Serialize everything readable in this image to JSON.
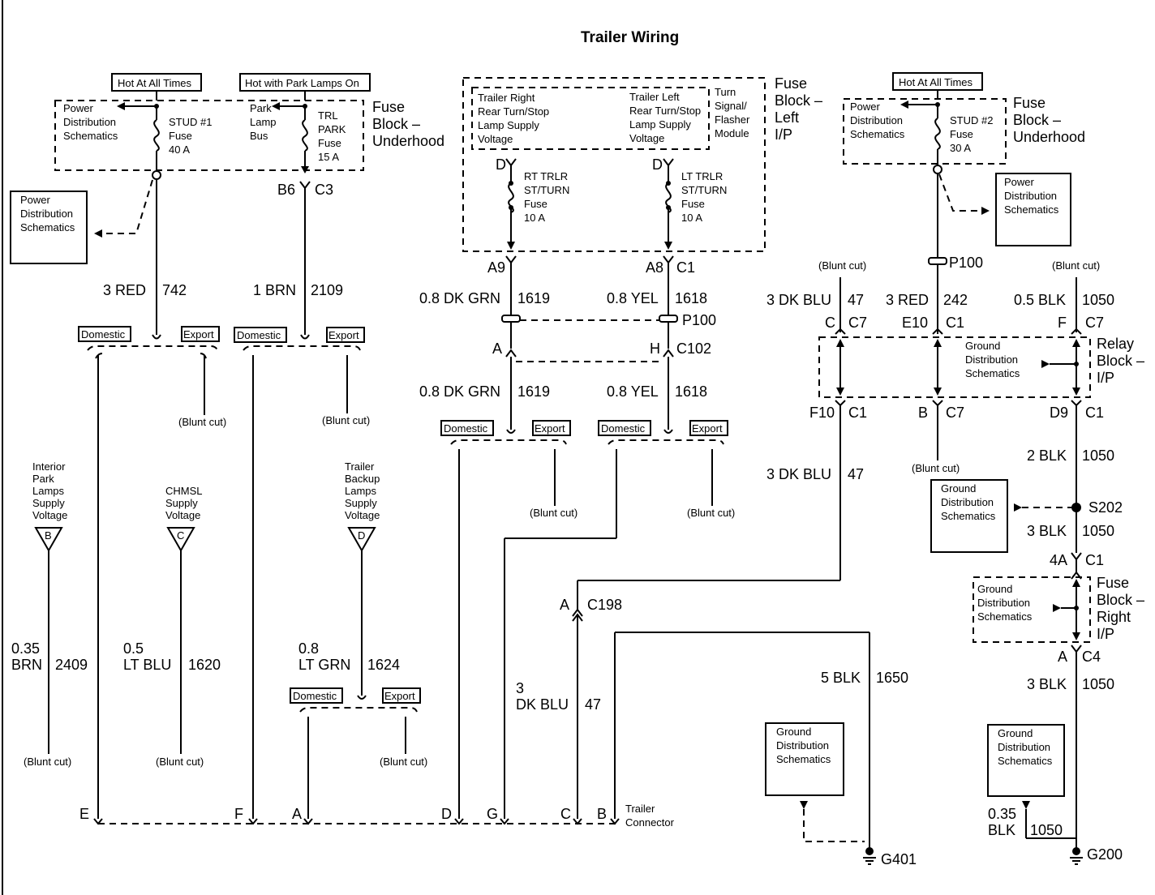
{
  "title": "Trailer Wiring",
  "tags": {
    "hot_at_all_times": "Hot At All Times",
    "hot_with_park_lamps_on": "Hot with Park Lamps On",
    "domestic": "Domestic",
    "export": "Export"
  },
  "blunt_cut": "(Blunt cut)",
  "refs": {
    "power_distribution": [
      "Power",
      "Distribution",
      "Schematics"
    ],
    "ground_distribution": [
      "Ground",
      "Distribution",
      "Schematics"
    ]
  },
  "fuse_block_underhood": [
    "Fuse",
    "Block –",
    "Underhood"
  ],
  "fuse_block_left_ip": [
    "Fuse",
    "Block –",
    "Left",
    "I/P"
  ],
  "fuse_block_right_ip": [
    "Fuse",
    "Block –",
    "Right",
    "I/P"
  ],
  "relay_block_ip": [
    "Relay",
    "Block –",
    "I/P"
  ],
  "fuses": {
    "stud1": [
      "STUD #1",
      "Fuse",
      "40 A"
    ],
    "trl_park": [
      "TRL",
      "PARK",
      "Fuse",
      "15 A"
    ],
    "park_lamp_bus": [
      "Park",
      "Lamp",
      "Bus"
    ],
    "rt_trlr": [
      "RT TRLR",
      "ST/TURN",
      "Fuse",
      "10 A"
    ],
    "lt_trlr": [
      "LT TRLR",
      "ST/TURN",
      "Fuse",
      "10 A"
    ],
    "stud2": [
      "STUD #2",
      "Fuse",
      "30 A"
    ]
  },
  "module": {
    "right": [
      "Trailer Right",
      "Rear Turn/Stop",
      "Lamp Supply",
      "Voltage"
    ],
    "left": [
      "Trailer Left",
      "Rear Turn/Stop",
      "Lamp Supply",
      "Voltage"
    ],
    "name": [
      "Turn",
      "Signal/",
      "Flasher",
      "Module"
    ]
  },
  "supplies": {
    "interior": [
      "Interior",
      "Park",
      "Lamps",
      "Supply",
      "Voltage"
    ],
    "chmsl": [
      "CHMSL",
      "Supply",
      "Voltage"
    ],
    "backup": [
      "Trailer",
      "Backup",
      "Lamps",
      "Supply",
      "Voltage"
    ]
  },
  "triangle_letters": {
    "b": "B",
    "c": "C",
    "d": "D"
  },
  "wires": {
    "red742": {
      "size": "3 RED",
      "circuit": "742"
    },
    "brn2109": {
      "size": "1 BRN",
      "circuit": "2109"
    },
    "dkgrn1619a": {
      "size": "0.8 DK GRN",
      "circuit": "1619"
    },
    "yel1618a": {
      "size": "0.8 YEL",
      "circuit": "1618"
    },
    "dkgrn1619b": {
      "size": "0.8 DK GRN",
      "circuit": "1619"
    },
    "yel1618b": {
      "size": "0.8 YEL",
      "circuit": "1618"
    },
    "dkblu47a": {
      "size": "3 DK BLU",
      "circuit": "47"
    },
    "red242": {
      "size": "3 RED",
      "circuit": "242"
    },
    "blk1050a": {
      "size": "0.5 BLK",
      "circuit": "1050"
    },
    "dkblu47b": {
      "size": "3 DK BLU",
      "circuit": "47"
    },
    "blk1050b": {
      "size": "2 BLK",
      "circuit": "1050"
    },
    "blk1050c": {
      "size": "3 BLK",
      "circuit": "1050"
    },
    "blk1050d": {
      "size": "3 BLK",
      "circuit": "1050"
    },
    "blk1050e": {
      "size_1": "0.35",
      "size_2": "BLK",
      "circuit": "1050"
    },
    "brn2409": {
      "size_1": "0.35",
      "size_2": "BRN",
      "circuit": "2409"
    },
    "ltblu1620": {
      "size_1": "0.5",
      "size_2": "LT BLU",
      "circuit": "1620"
    },
    "ltgrn1624": {
      "size_1": "0.8",
      "size_2": "LT GRN",
      "circuit": "1624"
    },
    "dkblu47c": {
      "size_1": "3",
      "size_2": "DK BLU",
      "circuit": "47"
    },
    "blk1650": {
      "size": "5 BLK",
      "circuit": "1650"
    }
  },
  "connectors": {
    "b6": "B6",
    "c3": "C3",
    "a9": "A9",
    "a8": "A8",
    "c1": "C1",
    "p100": "P100",
    "a": "A",
    "h": "H",
    "c102": "C102",
    "c_c7": "C",
    "c7": "C7",
    "e10": "E10",
    "f": "F",
    "f10": "F10",
    "b": "B",
    "d9": "D9",
    "s202": "S202",
    "4a": "4A",
    "c4": "C4",
    "c198": "C198",
    "d": "D",
    "g401": "G401",
    "g200": "G200"
  },
  "trailer_connector": {
    "pins": [
      "E",
      "F",
      "A",
      "D",
      "G",
      "C",
      "B"
    ],
    "label": [
      "Trailer",
      "Connector"
    ]
  }
}
